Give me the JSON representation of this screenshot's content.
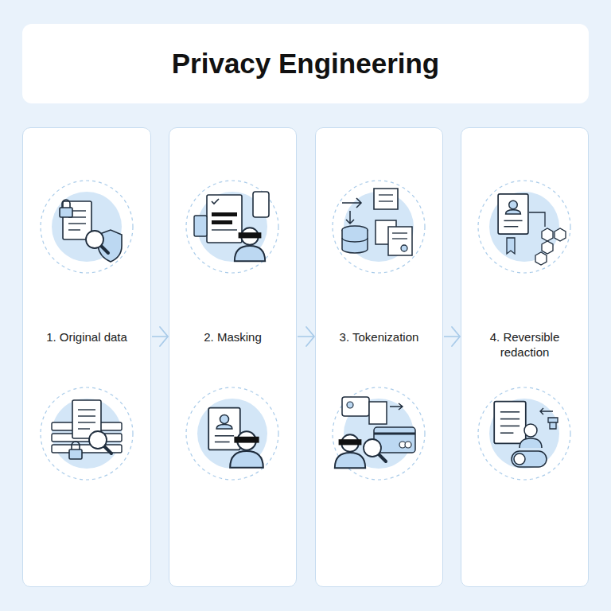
{
  "diagram": {
    "title": "Privacy Engineering",
    "nodes": [
      {
        "text": [
          "1. Original data"
        ]
      },
      {
        "text": [
          "2. Masking"
        ]
      },
      {
        "text": [
          "3. Tokenization"
        ]
      },
      {
        "text": [
          "4. Reversible redaction"
        ]
      }
    ],
    "edges": [
      {
        "from": 0,
        "to": 1,
        "arrow": "to"
      },
      {
        "from": 1,
        "to": 2,
        "arrow": "to"
      },
      {
        "from": 2,
        "to": 3,
        "arrow": "to"
      }
    ]
  }
}
